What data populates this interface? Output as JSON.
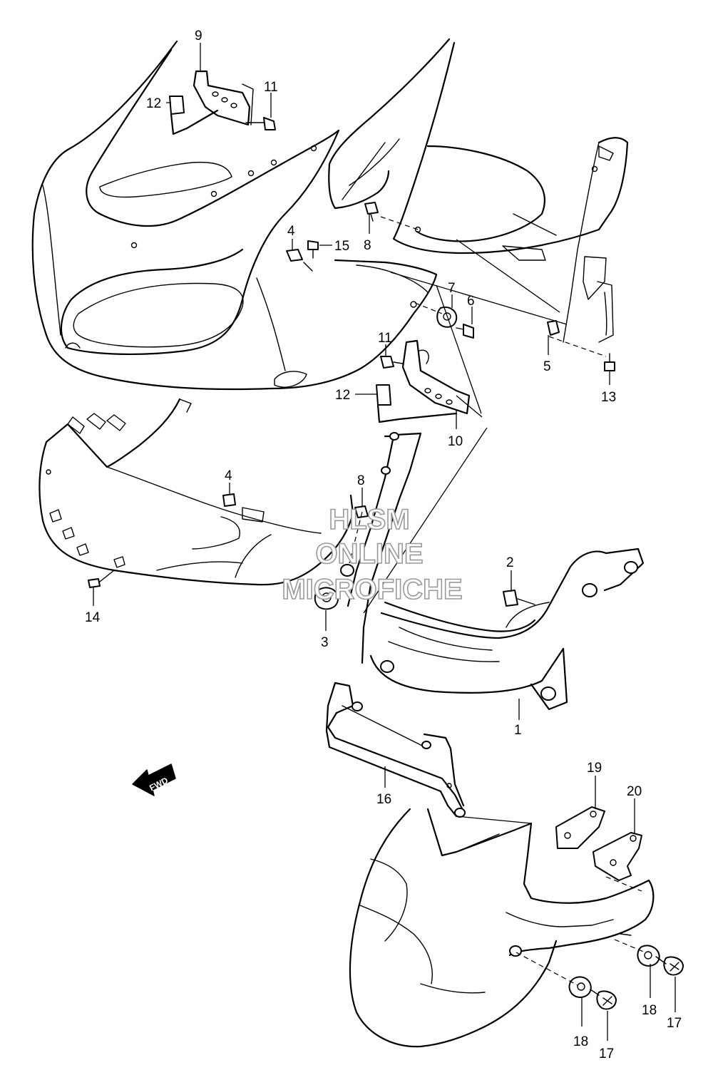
{
  "diagram": {
    "callouts": [
      {
        "id": "c9",
        "label": "9"
      },
      {
        "id": "c11a",
        "label": "11"
      },
      {
        "id": "c12a",
        "label": "12"
      },
      {
        "id": "c4a",
        "label": "4"
      },
      {
        "id": "c15",
        "label": "15"
      },
      {
        "id": "c8a",
        "label": "8"
      },
      {
        "id": "c7",
        "label": "7"
      },
      {
        "id": "c6",
        "label": "6"
      },
      {
        "id": "c5",
        "label": "5"
      },
      {
        "id": "c13",
        "label": "13"
      },
      {
        "id": "c11b",
        "label": "11"
      },
      {
        "id": "c12b",
        "label": "12"
      },
      {
        "id": "c10",
        "label": "10"
      },
      {
        "id": "c4b",
        "label": "4"
      },
      {
        "id": "c8b",
        "label": "8"
      },
      {
        "id": "c14",
        "label": "14"
      },
      {
        "id": "c2",
        "label": "2"
      },
      {
        "id": "c3",
        "label": "3"
      },
      {
        "id": "c1",
        "label": "1"
      },
      {
        "id": "c19",
        "label": "19"
      },
      {
        "id": "c20",
        "label": "20"
      },
      {
        "id": "c16",
        "label": "16"
      },
      {
        "id": "c18a",
        "label": "18"
      },
      {
        "id": "c17a",
        "label": "17"
      },
      {
        "id": "c18b",
        "label": "18"
      },
      {
        "id": "c17b",
        "label": "17"
      }
    ],
    "fwd_label": "FWD",
    "watermark": {
      "line1": "HLSM",
      "line2": "ONLINE",
      "line3": "MICROFICHE"
    }
  }
}
